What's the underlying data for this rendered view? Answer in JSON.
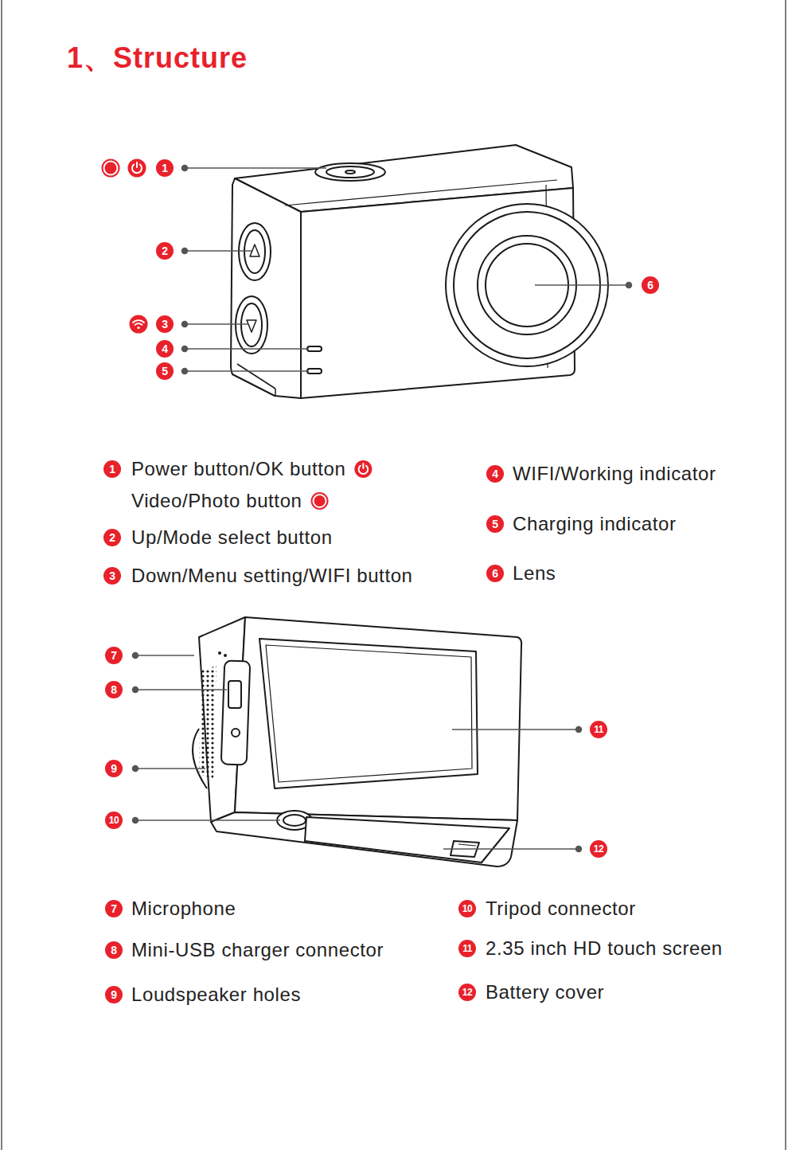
{
  "diagram": {
    "title": "1、Structure",
    "labels": [
      "1",
      "2",
      "3",
      "4",
      "5",
      "6",
      "1",
      "Power button/OK button",
      "Video/Photo button",
      "2",
      "Up/Mode select button",
      "3",
      "Down/Menu setting/WIFI button",
      "4",
      "WIFI/Working indicator",
      "5",
      "Charging indicator",
      "6",
      "Lens",
      "7",
      "8",
      "9",
      "10",
      "11",
      "12",
      "7",
      "Microphone",
      "8",
      "Mini-USB charger connector",
      "9",
      "Loudspeaker holes",
      "10",
      "Tripod connector",
      "11",
      "2.35 inch HD touch screen",
      "12",
      "Battery cover"
    ]
  }
}
